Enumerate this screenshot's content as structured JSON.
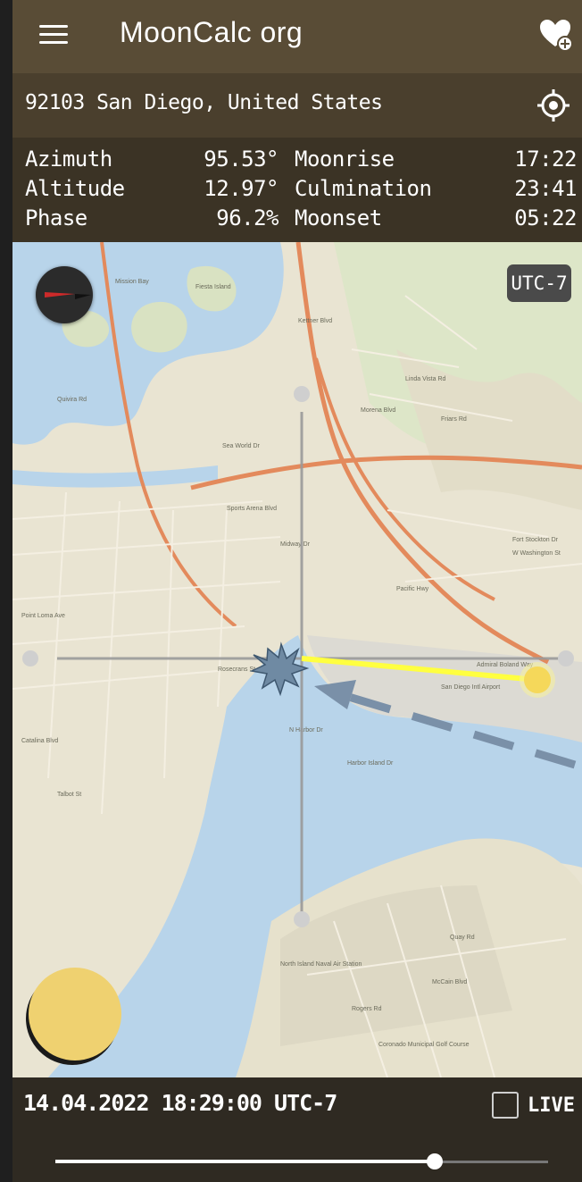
{
  "app": {
    "title": "MoonCalc org"
  },
  "location": {
    "text": "92103 San Diego, United States"
  },
  "info": {
    "rows": [
      {
        "label": "Azimuth",
        "value": "95.53°",
        "event": "Moonrise",
        "time": "17:22"
      },
      {
        "label": "Altitude",
        "value": "12.97°",
        "event": "Culmination",
        "time": "23:41"
      },
      {
        "label": "Phase",
        "value": "96.2%",
        "event": "Moonset",
        "time": "05:22"
      }
    ]
  },
  "map": {
    "timezone_badge": "UTC-7",
    "labels": [
      {
        "text": "Mission Bay"
      },
      {
        "text": "Fiesta Island"
      },
      {
        "text": "Sea World Dr"
      },
      {
        "text": "Midway Dr"
      },
      {
        "text": "Sports Arena Blvd"
      },
      {
        "text": "Rosecrans St"
      },
      {
        "text": "Pacific Hwy"
      },
      {
        "text": "Harbor Island Dr"
      },
      {
        "text": "N Harbor Dr"
      },
      {
        "text": "San Diego Intl Airport"
      },
      {
        "text": "Admiral Boland Way"
      },
      {
        "text": "Fort Stockton Dr"
      },
      {
        "text": "W Washington St"
      },
      {
        "text": "Kettner Blvd"
      },
      {
        "text": "Friars Rd"
      },
      {
        "text": "Linda Vista Rd"
      },
      {
        "text": "Morena Blvd"
      },
      {
        "text": "Point Loma Ave"
      },
      {
        "text": "Catalina Blvd"
      },
      {
        "text": "Talbot St"
      },
      {
        "text": "North Island Naval Air Station"
      },
      {
        "text": "McCain Blvd"
      },
      {
        "text": "Rogers Rd"
      },
      {
        "text": "Quay Rd"
      },
      {
        "text": "Coronado Municipal Golf Course"
      },
      {
        "text": "Quivira Rd"
      }
    ]
  },
  "bottom": {
    "datetime": "14.04.2022 18:29:00 UTC-7",
    "live_label": "LIVE",
    "live_checked": false,
    "time_slider_position": 0.77
  },
  "colors": {
    "appbar": "#594c36",
    "water": "#b8d4ea",
    "land": "#e9e4d2",
    "moon_direction": "#ffff40",
    "moon": "#f5d85a",
    "marker": "#6f8aa3",
    "phase_disc": "#efd170"
  },
  "icons": {
    "menu": "hamburger-menu-icon",
    "favorite": "heart-plus-icon",
    "gps": "crosshair-location-icon",
    "compass": "compass-icon",
    "marker": "star-burst-marker-icon",
    "moon": "moon-icon"
  }
}
